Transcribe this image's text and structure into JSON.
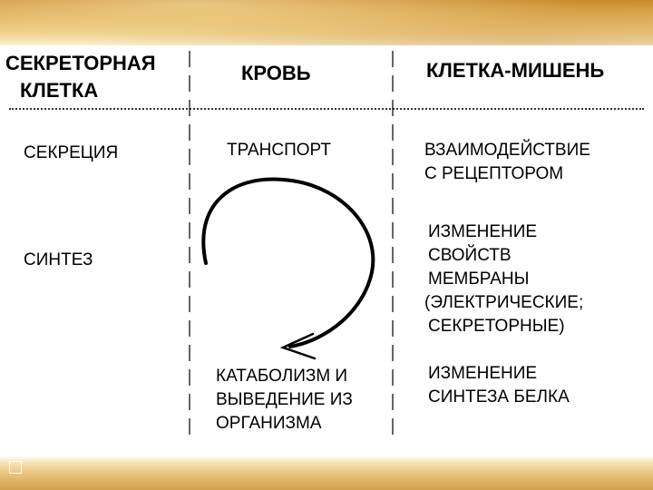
{
  "columns": {
    "left": {
      "header_line1": "СЕКРЕТОРНАЯ",
      "header_line2": "КЛЕТКА",
      "items": {
        "secretion": "СЕКРЕЦИЯ",
        "synthesis": "СИНТЕЗ"
      }
    },
    "middle": {
      "header": "КРОВЬ",
      "items": {
        "transport": "ТРАНСПОРТ",
        "catabolism_line1": "КАТАБОЛИЗМ И",
        "catabolism_line2": "ВЫВЕДЕНИЕ ИЗ",
        "catabolism_line3": "ОРГАНИЗМА"
      }
    },
    "right": {
      "header": "КЛЕТКА-МИШЕНЬ",
      "items": {
        "interaction_line1": "ВЗАИМОДЕЙСТВИЕ",
        "interaction_line2": "С РЕЦЕПТОРОМ",
        "membrane_line1": "ИЗМЕНЕНИЕ",
        "membrane_line2": "СВОЙСТВ",
        "membrane_line3": "МЕМБРАНЫ",
        "membrane_line4": "(ЭЛЕКТРИЧЕСКИЕ;",
        "membrane_line5": "СЕКРЕТОРНЫЕ)",
        "protein_line1": "ИЗМЕНЕНИЕ",
        "protein_line2": "СИНТЕЗА БЕЛКА"
      }
    }
  },
  "cycle_arrow_icon": "circular-arrow-icon"
}
